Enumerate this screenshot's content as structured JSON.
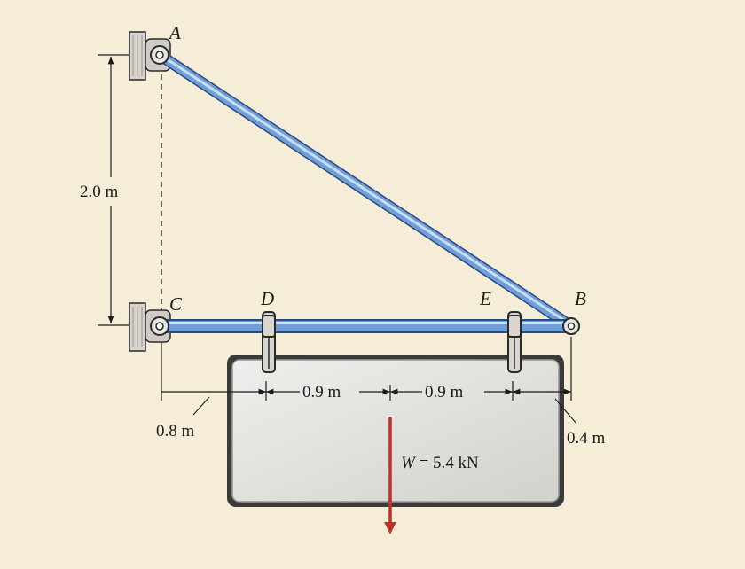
{
  "figure": {
    "points": {
      "a": "A",
      "b": "B",
      "c": "C",
      "d": "D",
      "e": "E"
    },
    "dimensions": {
      "height": "2.0 m",
      "c_to_d": "0.8 m",
      "d_to_mid": "0.9 m",
      "mid_to_e": "0.9 m",
      "e_to_b": "0.4 m"
    },
    "load": {
      "w_symbol": "W",
      "w_value": " = 5.4 kN"
    }
  },
  "colors": {
    "background": "#f5edd8",
    "member": "#6f9fd8",
    "member_dark": "#2b4a80",
    "member_light": "#c9ddf3",
    "sign_fill": "#e4e2de",
    "sign_border": "#3a3a3a",
    "load_arrow": "#c0302a"
  }
}
